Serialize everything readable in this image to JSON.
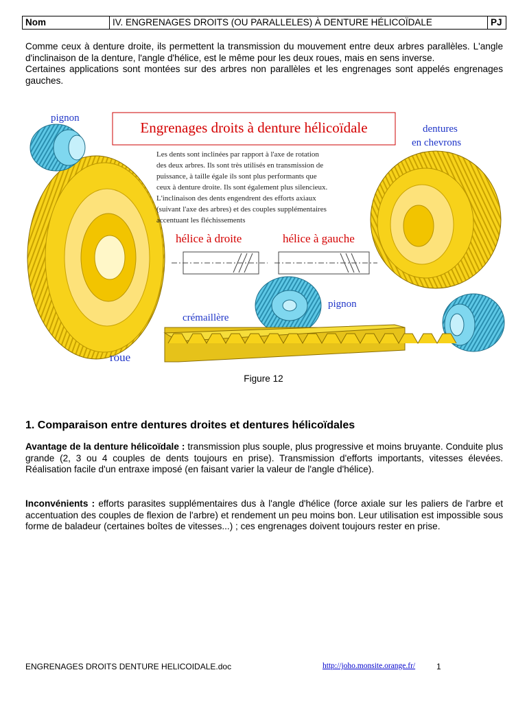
{
  "header": {
    "nom": "Nom",
    "title": "IV. ENGRENAGES DROITS (OU PARALLELES) À DENTURE HÉLICOÏDALE",
    "pj": "PJ"
  },
  "intro": {
    "p1": "Comme ceux à denture droite, ils permettent la transmission du mouvement entre deux arbres parallèles. L'angle d'inclinaison de la denture, l'angle d'hélice, est le même pour les deux roues, mais en sens inverse.",
    "p2": "Certaines applications sont montées sur des arbres non parallèles et les engrenages sont appelés engrenages gauches."
  },
  "figure": {
    "title": "Engrenages droits à denture hélicoïdale",
    "description_lines": [
      "Les dents sont inclinées par rapport à l'axe de rotation",
      "des deux arbres. Ils sont très utilisés en transmission de",
      "puissance, à taille égale ils sont plus performants que",
      "ceux à denture droite. Ils sont également plus silencieux.",
      "L'inclinaison des dents engendrent des efforts axiaux",
      "(suivant l'axe des arbres) et des couples supplémentaires",
      "accentuant les fléchissements"
    ],
    "label_pignon_left": "pignon",
    "label_dentures_1": "dentures",
    "label_dentures_2": "en chevrons",
    "label_helice_droite": "hélice à droite",
    "label_helice_gauche": "hélice à gauche",
    "label_pignon_center": "pignon",
    "label_cremaillere": "crémaillère",
    "label_roue": "roue",
    "colors": {
      "gear_yellow": "#f7d21a",
      "gear_dark": "#c9a200",
      "pinion_blue": "#5ec8e6",
      "rack_yellow": "#f6dd3a"
    }
  },
  "caption": "Figure 12",
  "section1": {
    "title": "1.   Comparaison entre dentures droites et dentures hélicoïdales",
    "avantage_label": "Avantage de la denture hélicoïdale :",
    "avantage_text": " transmission plus souple, plus progressive et moins bruyante. Conduite plus grande (2, 3 ou 4 couples de dents toujours en prise). Transmission d'efforts importants, vitesses élevées. Réalisation facile d'un entraxe imposé (en faisant varier la valeur de l'angle d'hélice).",
    "inconv_label": "Inconvénients :",
    "inconv_text": " efforts parasites supplémentaires dus à l'angle d'hélice (force axiale sur les paliers de l'arbre et accentuation des couples de flexion de l'arbre) et rendement un peu moins bon. Leur utilisation est impossible sous forme de baladeur (certaines boîtes de vitesses...) ; ces engrenages doivent toujours rester en prise."
  },
  "footer": {
    "doc": "ENGRENAGES DROITS DENTURE HELICOIDALE.doc",
    "url": "http://joho.monsite.orange.fr/",
    "page": "1"
  }
}
